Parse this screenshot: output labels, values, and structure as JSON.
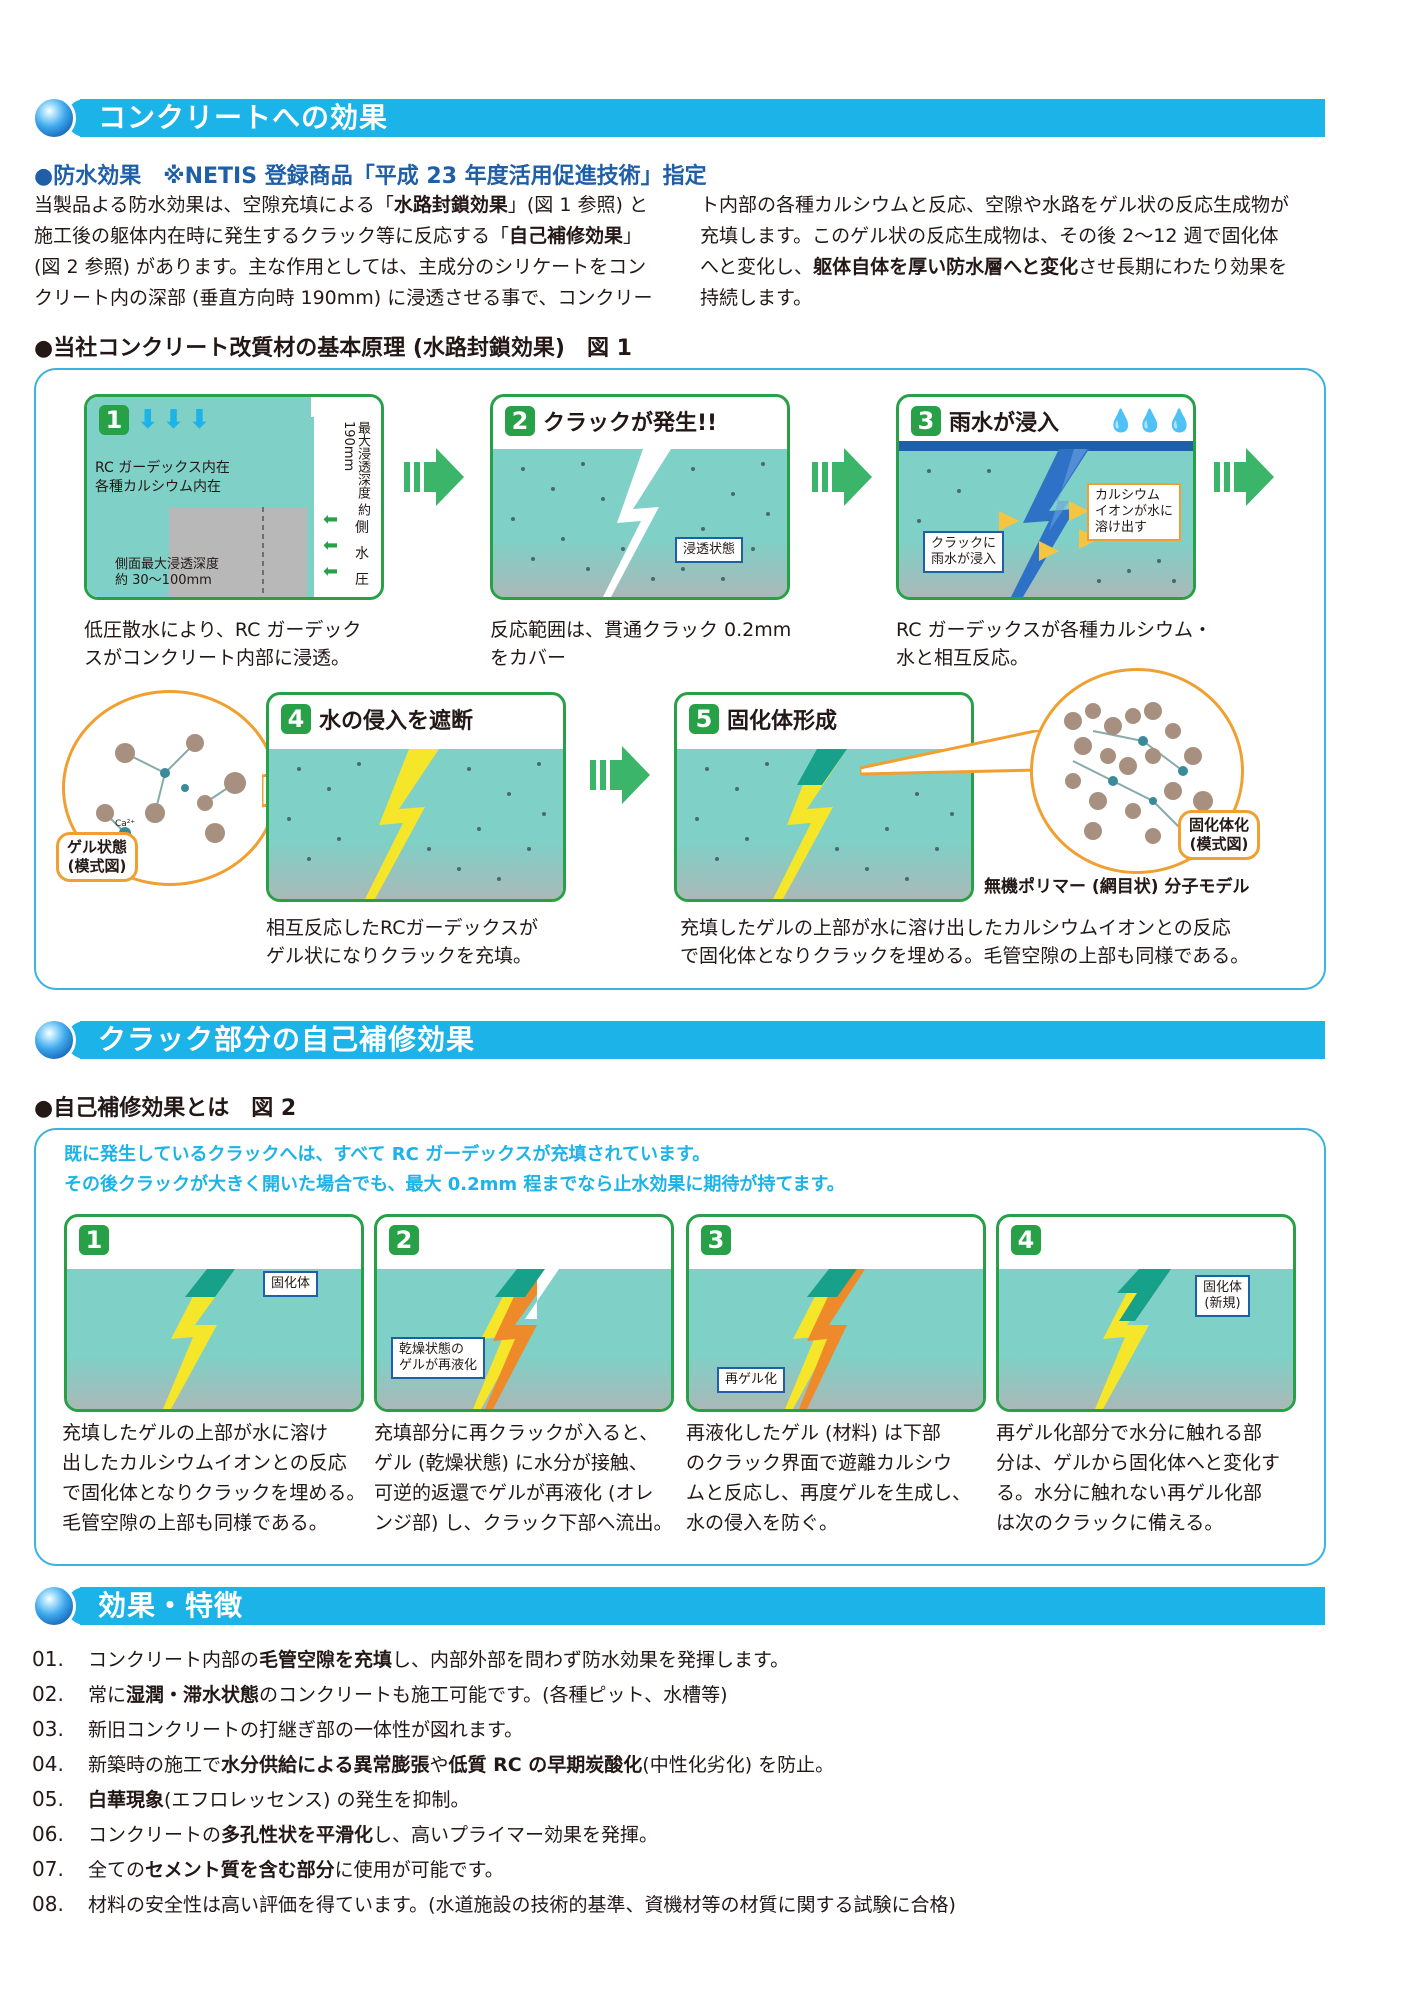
{
  "section1": {
    "title": "コンクリートへの効果",
    "heading": "●防水効果　※NETIS 登録商品「平成 23 年度活用促進技術」指定",
    "para_left": [
      {
        "t": "当製品よる防水効果は、空隙充填による「"
      },
      {
        "b": "水路封鎖効果"
      },
      {
        "t": "」(図 1 参照) と"
      },
      {
        "br": 1
      },
      {
        "t": "施工後の躯体内在時に発生するクラック等に反応する「"
      },
      {
        "b": "自己補修効果"
      },
      {
        "t": "」"
      },
      {
        "br": 1
      },
      {
        "t": "(図 2 参照) があります。主な作用としては、主成分のシリケートをコン"
      },
      {
        "br": 1
      },
      {
        "t": "クリート内の深部 (垂直方向時 190mm) に浸透させる事で、コンクリー"
      }
    ],
    "para_right": [
      {
        "t": "ト内部の各種カルシウムと反応、空隙や水路をゲル状の反応生成物が"
      },
      {
        "br": 1
      },
      {
        "t": "充填します。このゲル状の反応生成物は、その後 2～12 週で固化体"
      },
      {
        "br": 1
      },
      {
        "t": "へと変化し、"
      },
      {
        "b": "躯体自体を厚い防水層へと変化"
      },
      {
        "t": "させ長期にわたり効果を"
      },
      {
        "br": 1
      },
      {
        "t": "持続します。"
      }
    ],
    "fig1_heading": "●当社コンクリート改質材の基本原理 (水路封鎖効果)　図 1",
    "steps": [
      {
        "num": "1",
        "title": "",
        "caption_l1": "低圧散水により、RC ガーデック",
        "caption_l2": "スがコンクリート内部に浸透。",
        "label_a1": "RC ガーデックス内在",
        "label_a2": "各種カルシウム内在",
        "label_b1": "側面最大浸透深度",
        "label_b2": "約 30～100mm",
        "vert_label": "最大浸透深度",
        "vert_value": "約190mm",
        "side_chars": [
          "側",
          "水",
          "圧"
        ]
      },
      {
        "num": "2",
        "title": "クラックが発生!!",
        "callout": "浸透状態",
        "caption_l1": "反応範囲は、貫通クラック 0.2mm",
        "caption_l2": "をカバー"
      },
      {
        "num": "3",
        "title": "雨水が浸入",
        "callout_a1": "クラックに",
        "callout_a2": "雨水が浸入",
        "callout_b1": "カルシウム",
        "callout_b2": "イオンが水に",
        "callout_b3": "溶け出す",
        "caption_l1": "RC ガーデックスが各種カルシウム・",
        "caption_l2": "水と相互反応。"
      },
      {
        "num": "4",
        "title": "水の侵入を遮断",
        "caption_l1": "相互反応したRCガーデックスが",
        "caption_l2": "ゲル状になりクラックを充填。"
      },
      {
        "num": "5",
        "title": "固化体形成",
        "caption_l1": "充填したゲルの上部が水に溶け出したカルシウムイオンとの反応",
        "caption_l2": "で固化体となりクラックを埋める。毛管空隙の上部も同様である。"
      }
    ],
    "gel_label_1": "ゲル状態",
    "gel_label_2": "(模式図)",
    "solid_label_1": "固化体化",
    "solid_label_2": "(模式図)",
    "polymer_label": "無機ポリマー (網目状) 分子モデル",
    "ion_label": "Ca²⁺"
  },
  "section2": {
    "title": "クラック部分の自己補修効果",
    "fig2_heading": "●自己補修効果とは　図 2",
    "note_l1": "既に発生しているクラックへは、すべて RC ガーデックスが充填されています。",
    "note_l2": "その後クラックが大きく開いた場合でも、最大 0.2mm 程までなら止水効果に期待が持てます。",
    "steps": [
      {
        "num": "1",
        "callout": "固化体",
        "lines": [
          "充填したゲルの上部が水に溶け",
          "出したカルシウムイオンとの反応",
          "で固化体となりクラックを埋める。",
          "毛管空隙の上部も同様である。"
        ]
      },
      {
        "num": "2",
        "callout_1": "乾燥状態の",
        "callout_2": "ゲルが再液化",
        "lines": [
          "充填部分に再クラックが入ると、",
          "ゲル (乾燥状態) に水分が接触、",
          "可逆的返還でゲルが再液化 (オレ",
          "ンジ部) し、クラック下部へ流出。"
        ]
      },
      {
        "num": "3",
        "callout": "再ゲル化",
        "lines": [
          "再液化したゲル (材料) は下部",
          "のクラック界面で遊離カルシウ",
          "ムと反応し、再度ゲルを生成し、",
          "水の侵入を防ぐ。"
        ]
      },
      {
        "num": "4",
        "callout_1": "固化体",
        "callout_2": "(新規)",
        "lines": [
          "再ゲル化部分で水分に触れる部",
          "分は、ゲルから固化体へと変化す",
          "る。水分に触れない再ゲル化部",
          "は次のクラックに備える。"
        ]
      }
    ]
  },
  "section3": {
    "title": "効果・特徴",
    "items": [
      {
        "n": "01.",
        "parts": [
          {
            "t": "コンクリート内部の"
          },
          {
            "b": "毛管空隙を充填"
          },
          {
            "t": "し、内部外部を問わず防水効果を発揮します。"
          }
        ]
      },
      {
        "n": "02.",
        "parts": [
          {
            "t": "常に"
          },
          {
            "b": "湿潤・滞水状態"
          },
          {
            "t": "のコンクリートも施工可能です。(各種ピット、水槽等)"
          }
        ]
      },
      {
        "n": "03.",
        "parts": [
          {
            "t": "新旧コンクリートの打継ぎ部の一体性が図れます。"
          }
        ]
      },
      {
        "n": "04.",
        "parts": [
          {
            "t": "新築時の施工で"
          },
          {
            "b": "水分供給による異常膨張"
          },
          {
            "t": "や"
          },
          {
            "b": "低質 RC の早期炭酸化"
          },
          {
            "t": "(中性化劣化) を防止。"
          }
        ]
      },
      {
        "n": "05.",
        "parts": [
          {
            "b": "白華現象"
          },
          {
            "t": "(エフロレッセンス) の発生を抑制。"
          }
        ]
      },
      {
        "n": "06.",
        "parts": [
          {
            "t": "コンクリートの"
          },
          {
            "b": "多孔性状を平滑化"
          },
          {
            "t": "し、高いプライマー効果を発揮。"
          }
        ]
      },
      {
        "n": "07.",
        "parts": [
          {
            "t": "全ての"
          },
          {
            "b": "セメント質を含む部分"
          },
          {
            "t": "に使用が可能です。"
          }
        ]
      },
      {
        "n": "08.",
        "parts": [
          {
            "t": "材料の安全性は高い評価を得ています。(水道施設の技術的基準、資機材等の材質に関する試験に合格)"
          }
        ]
      }
    ]
  },
  "colors": {
    "accent": "#1cb3e8",
    "panel_border": "#27a047",
    "water": "#7fd0c6",
    "gel": "#f5e62a",
    "orange": "#ee8a2a",
    "solid": "#17a08a",
    "callout_border": "#1f5fa8"
  }
}
